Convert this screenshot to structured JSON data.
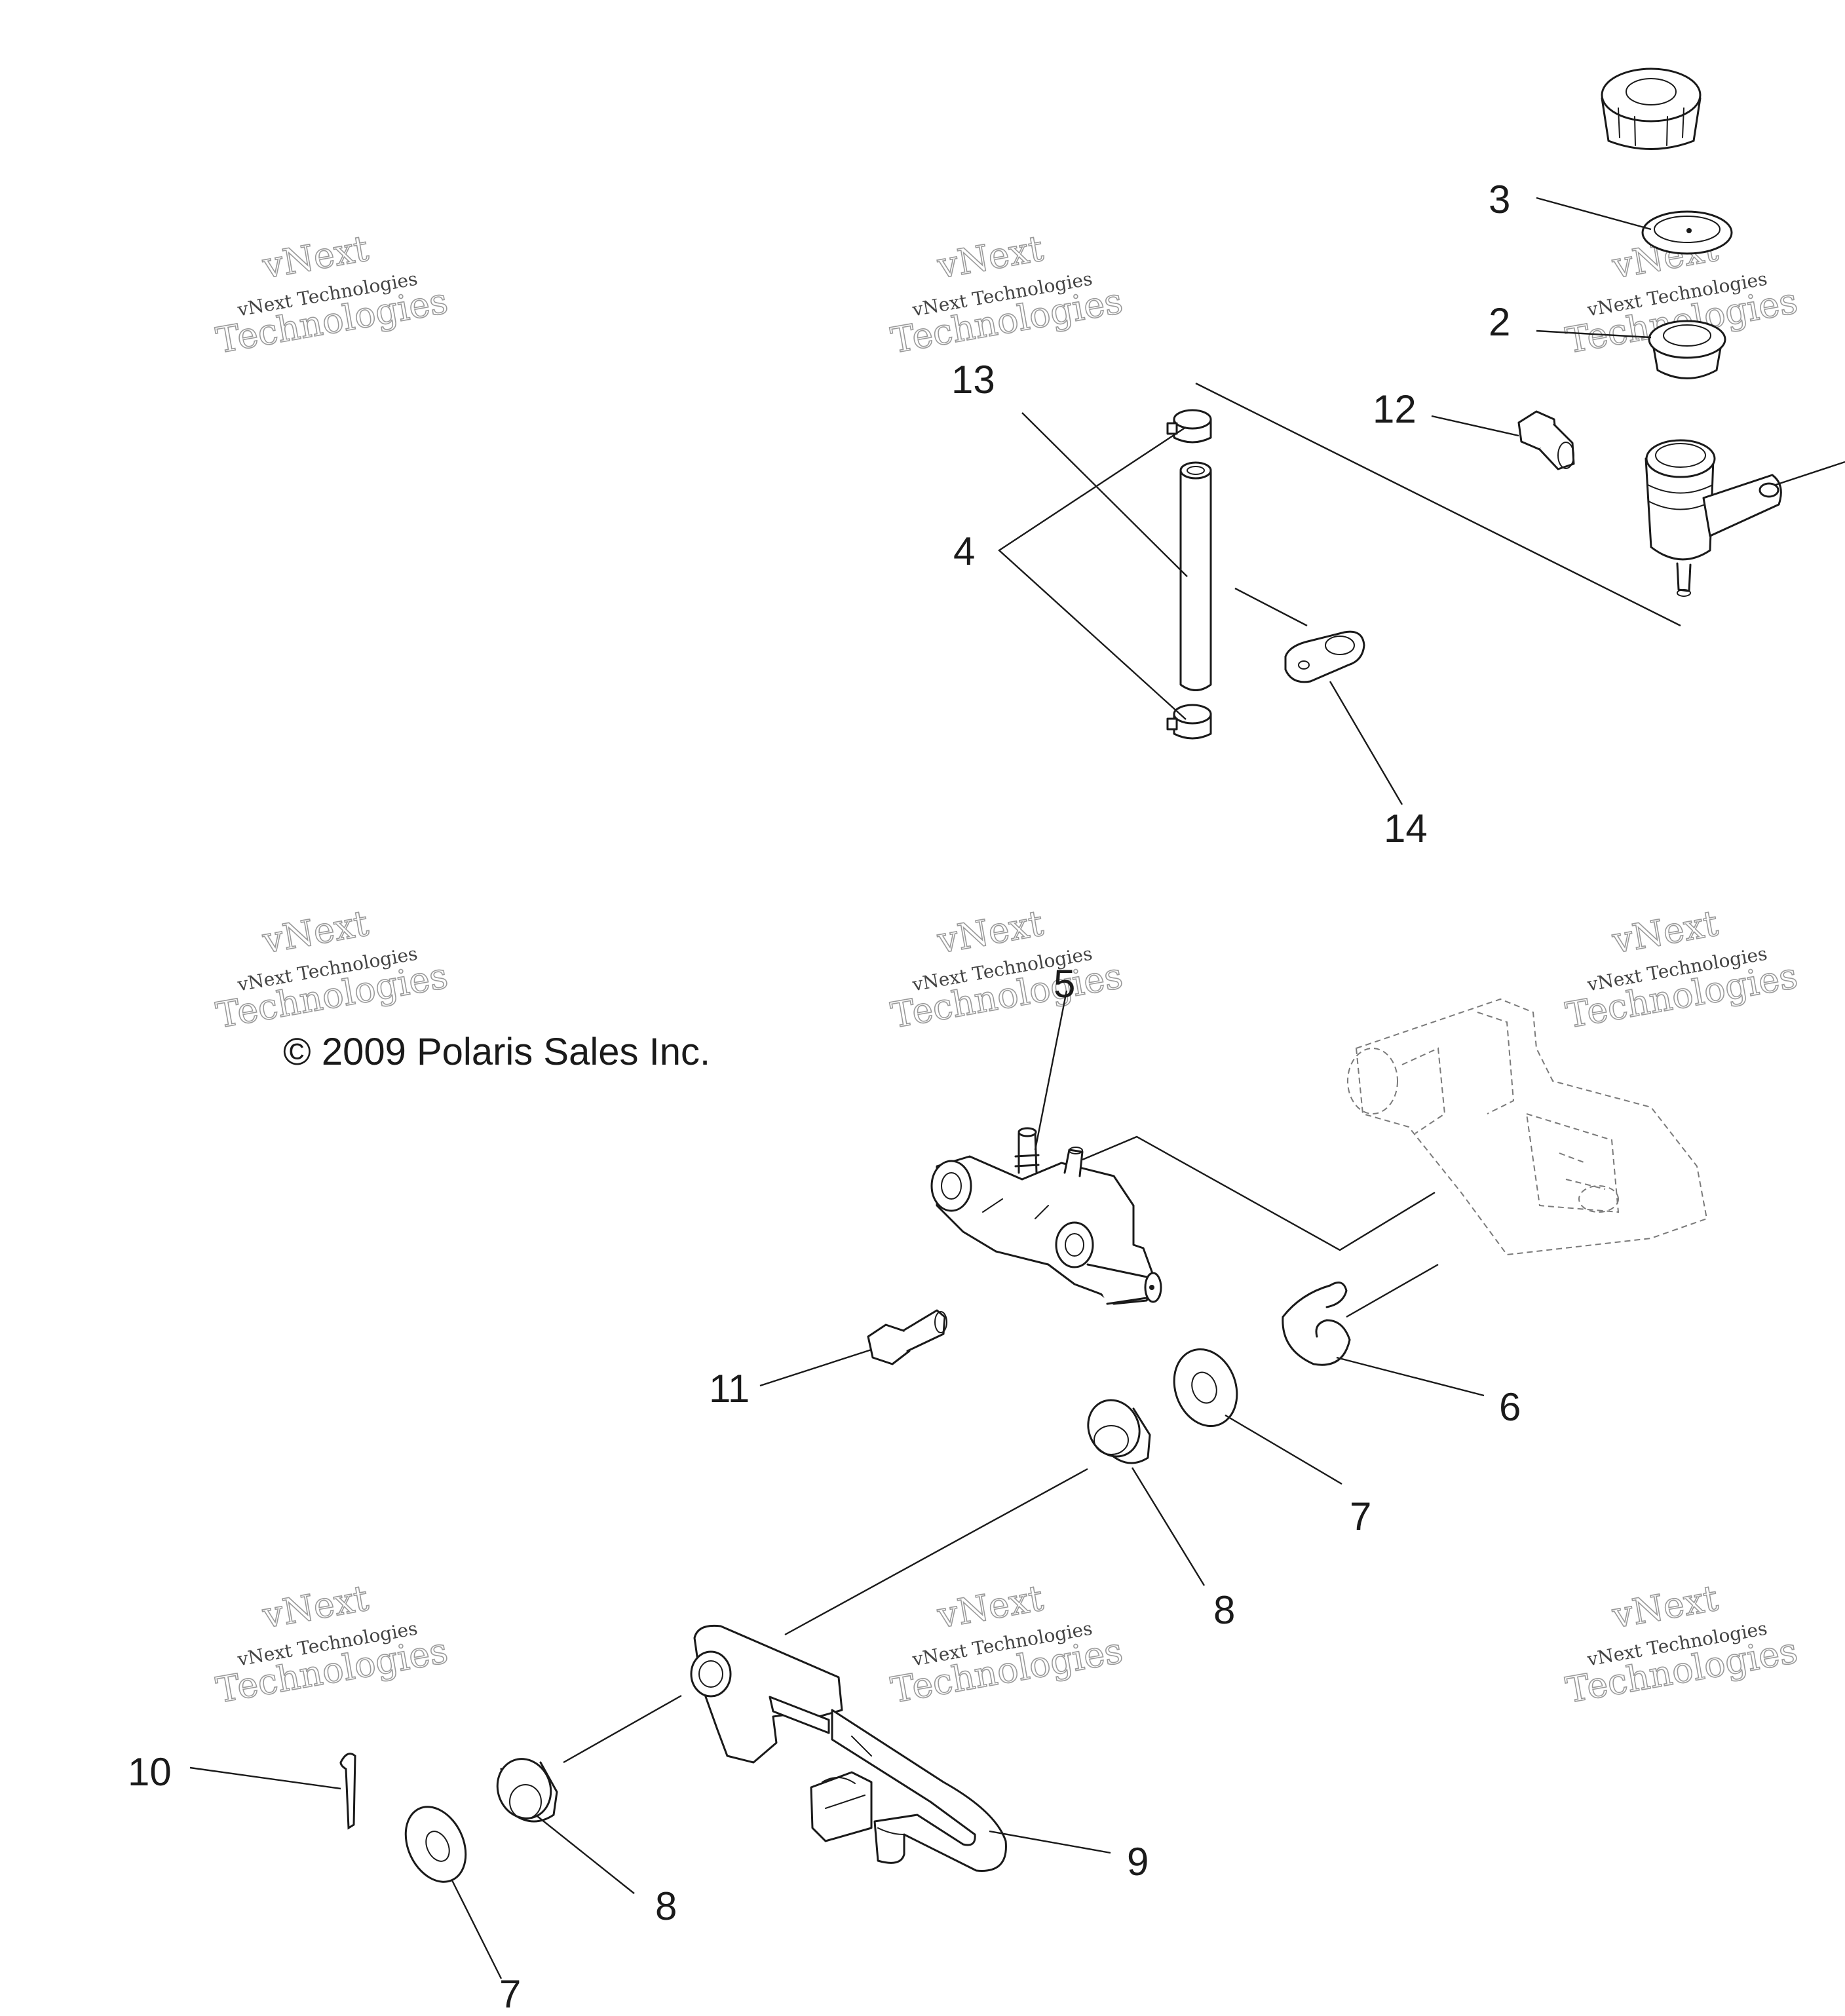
{
  "callouts": {
    "c2": "2",
    "c3": "3",
    "c4": "4",
    "c5": "5",
    "c6": "6",
    "c7a": "7",
    "c7b": "7",
    "c8a": "8",
    "c8b": "8",
    "c9": "9",
    "c10": "10",
    "c11": "11",
    "c12": "12",
    "c13": "13",
    "c14": "14"
  },
  "copyright": "© 2009 Polaris Sales Inc.",
  "watermark": {
    "line_small": "vNext Technologies",
    "line_big_1": "vNext",
    "line_big_2": "Technologies"
  }
}
